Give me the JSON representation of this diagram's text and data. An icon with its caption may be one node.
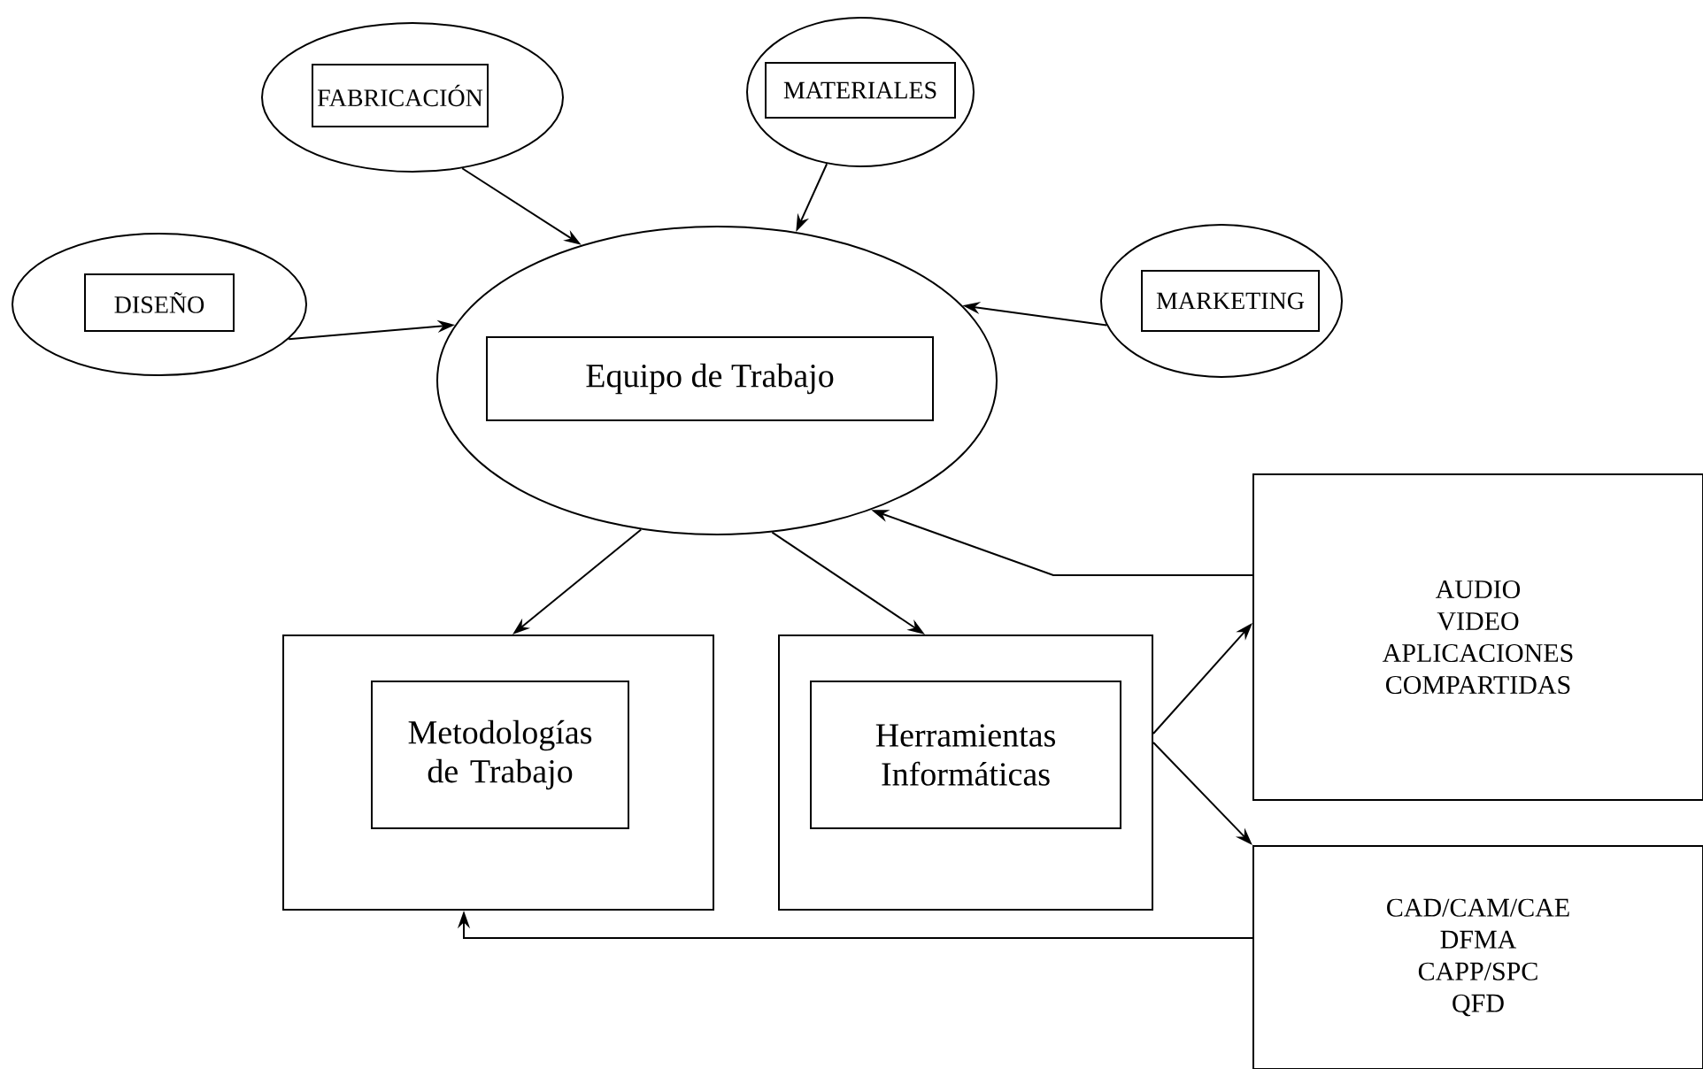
{
  "diagram": {
    "nodes": [
      {
        "text": [],
        "shape": "ellipse"
      },
      {
        "text": [
          "FABRICACIÓN"
        ],
        "in": 0
      },
      {
        "text": [],
        "shape": "ellipse"
      },
      {
        "text": [
          "MATERIALES"
        ],
        "in": 2
      },
      {
        "text": [],
        "shape": "ellipse"
      },
      {
        "text": [
          "DISEÑO"
        ],
        "in": 4
      },
      {
        "text": [],
        "shape": "ellipse"
      },
      {
        "text": [
          "Equipo de Trabajo"
        ],
        "in": 6
      },
      {
        "text": [],
        "shape": "ellipse"
      },
      {
        "text": [
          "MARKETING"
        ],
        "in": 8
      },
      {
        "text": [],
        "shape": "box"
      },
      {
        "text": [
          "Metodologías de Trabajo"
        ],
        "in": 10
      },
      {
        "text": [],
        "shape": "box"
      },
      {
        "text": [
          "Herramientas Informáticas"
        ],
        "in": 12
      },
      {
        "text": [
          "AUDIO",
          "VIDEO",
          "APLICACIONES",
          "COMPARTIDAS"
        ]
      },
      {
        "text": [
          "CAD/CAM/CAE",
          "DFMA",
          "CAPP/SPC",
          "QFD"
        ]
      }
    ],
    "edges": [
      {
        "from": 0,
        "to": 6,
        "arrow": "to"
      },
      {
        "from": 2,
        "to": 6,
        "arrow": "to"
      },
      {
        "from": 4,
        "to": 6,
        "arrow": "to"
      },
      {
        "from": 8,
        "to": 6,
        "arrow": "to"
      },
      {
        "from": 6,
        "to": 10,
        "arrow": "to"
      },
      {
        "from": 6,
        "to": 12,
        "arrow": "to"
      },
      {
        "from": 12,
        "to": 14,
        "arrow": "to"
      },
      {
        "from": 12,
        "to": 15,
        "arrow": "to"
      },
      {
        "from": 14,
        "to": 6,
        "arrow": "to"
      },
      {
        "from": 15,
        "to": 10,
        "arrow": "to"
      }
    ]
  }
}
